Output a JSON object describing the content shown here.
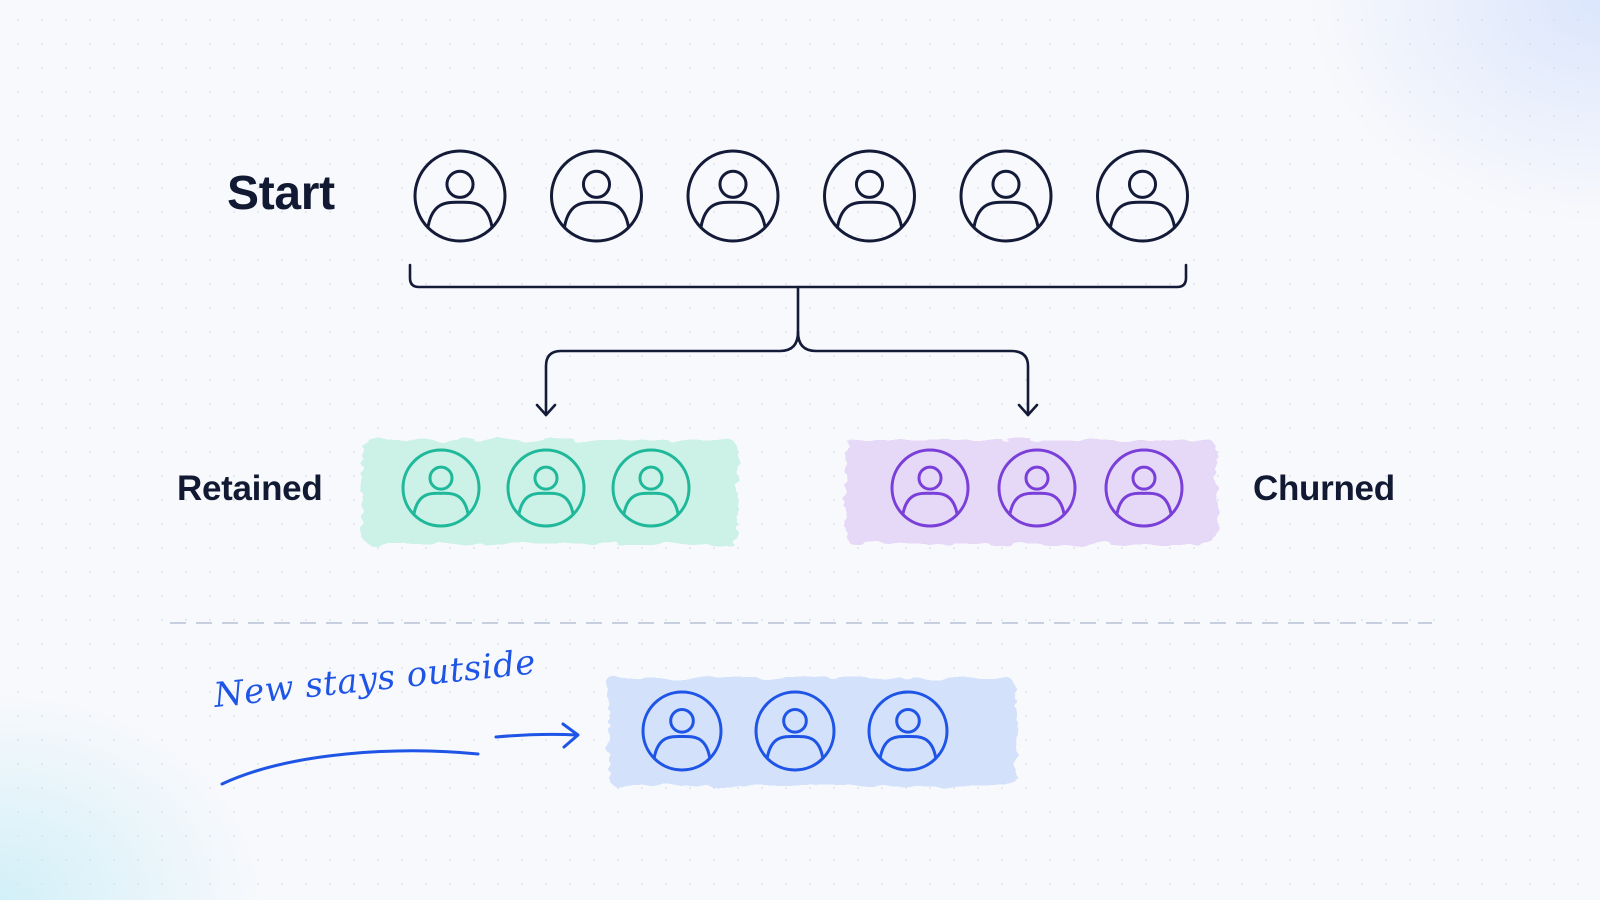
{
  "diagram": {
    "start_label": "Start",
    "retained_label": "Retained",
    "churned_label": "Churned",
    "new_note": "New stays outside",
    "groups": {
      "start": {
        "count": 6,
        "icon": "user-icon",
        "color": "#141b38"
      },
      "retained": {
        "count": 3,
        "icon": "user-icon",
        "color": "#1fb89a",
        "highlight": "#ccf1e6"
      },
      "churned": {
        "count": 3,
        "icon": "user-icon",
        "color": "#7a3fd8",
        "highlight": "#e6d9f8"
      },
      "new": {
        "count": 3,
        "icon": "user-icon",
        "color": "#1f55e6",
        "highlight": "#d4e1fb"
      }
    },
    "colors": {
      "connector": "#141b38",
      "divider": "#c8d0e0",
      "note": "#1f55e6"
    }
  }
}
